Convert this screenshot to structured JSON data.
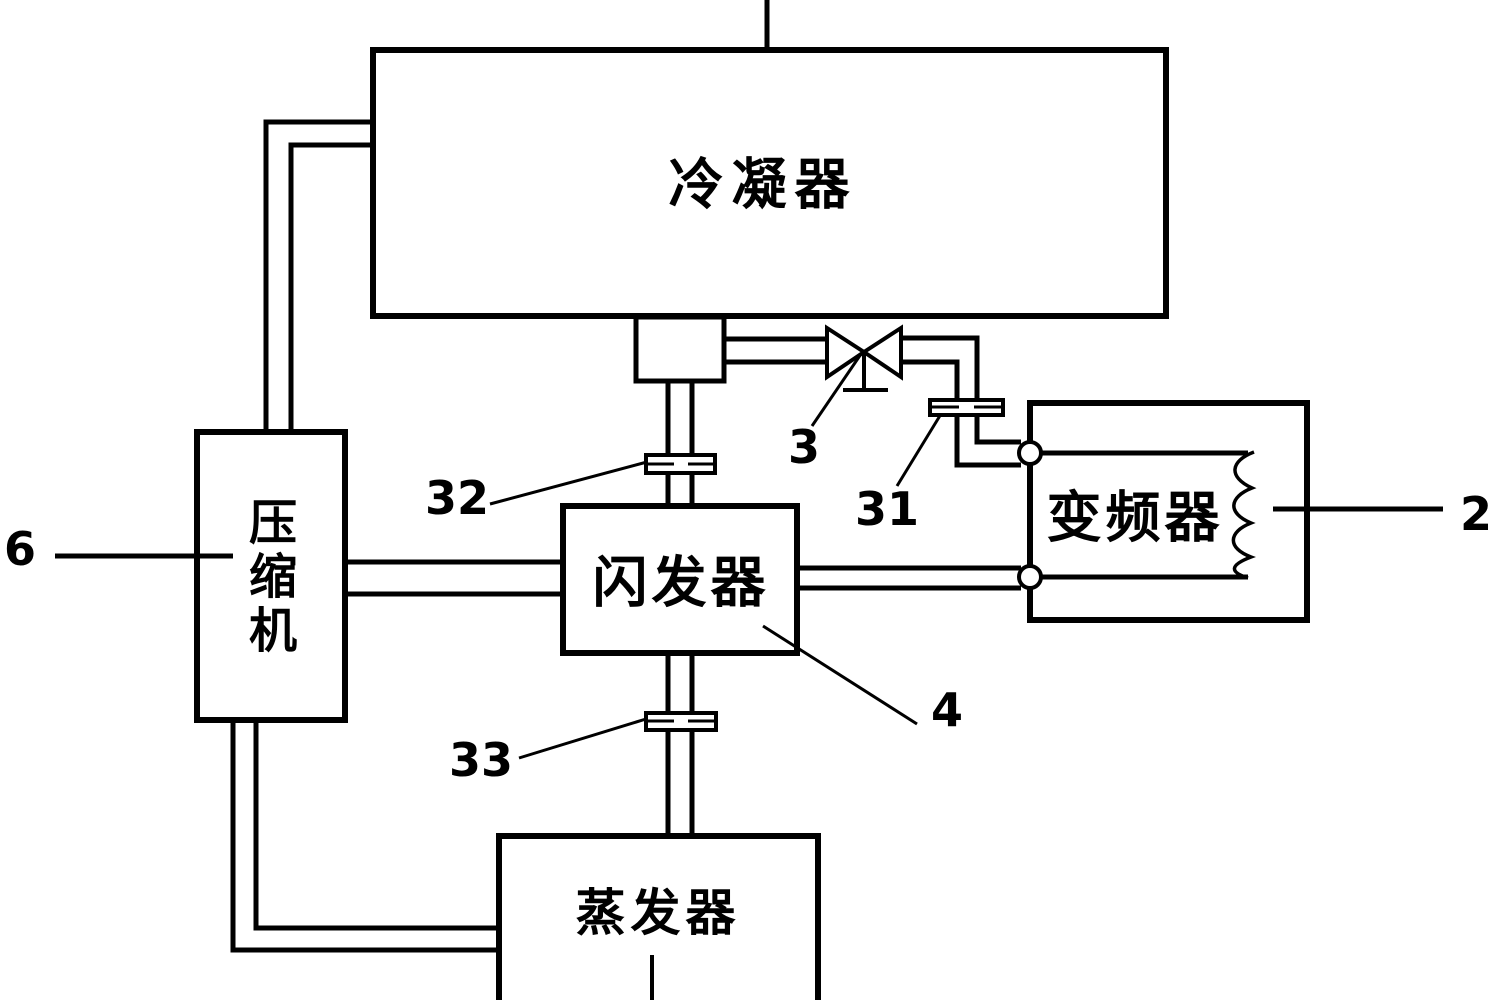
{
  "labels": {
    "condenser": "冷凝器",
    "compressor": "压缩机",
    "flash_vessel": "闪发器",
    "inverter": "变频器",
    "evaporator": "蒸发器"
  },
  "refs": {
    "compressor": "6",
    "inverter": "2",
    "expansion_valve": "3",
    "sensor_valve_outlet": "31",
    "sensor_condenser_outlet": "32",
    "sensor_flash_outlet": "33",
    "flash_vessel": "4"
  },
  "icons": {
    "expansion_valve": "bowtie-valve-icon",
    "sensors": "flow-sensor-icon",
    "inverter_coil": "coil-squiggle-icon",
    "ports": "port-circle-icon"
  },
  "colors": {
    "line": "#000000",
    "background": "#ffffff"
  }
}
